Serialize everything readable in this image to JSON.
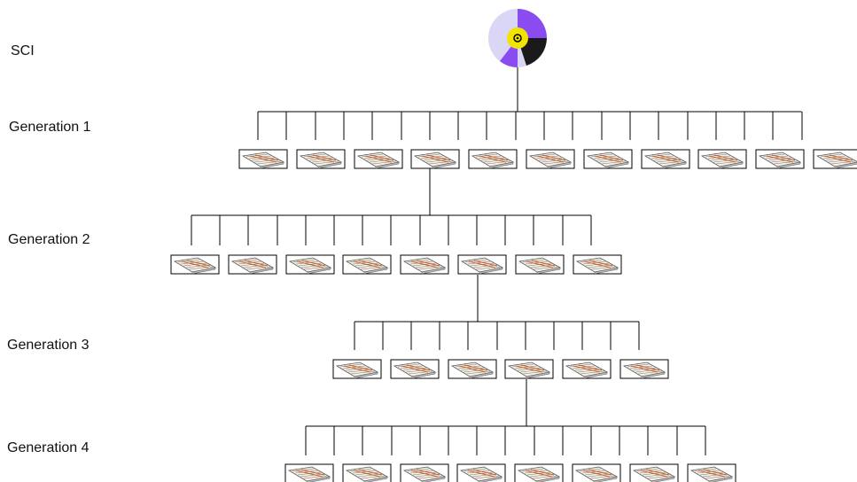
{
  "labels": {
    "root": "SCI",
    "generations": [
      "Generation 1",
      "Generation 2",
      "Generation 3",
      "Generation 4"
    ]
  },
  "root_icon": "sci-disc-icon",
  "node_icon": "board-icon",
  "generations": [
    {
      "branch_count": 20,
      "node_count": 11,
      "expanded_node": 4
    },
    {
      "branch_count": 15,
      "node_count": 8,
      "expanded_node": 6
    },
    {
      "branch_count": 11,
      "node_count": 6,
      "expanded_node": 4
    },
    {
      "branch_count": 15,
      "node_count": 8,
      "expanded_node": null
    }
  ],
  "colors": {
    "disc_purple": "#8a4cf0",
    "disc_light": "#d9d6f6",
    "disc_dark": "#1a1a1a",
    "disc_center": "#f2e300",
    "board_frame": "#555555",
    "board_fill": "#f7f0e6",
    "board_accent": "#c4602a"
  }
}
